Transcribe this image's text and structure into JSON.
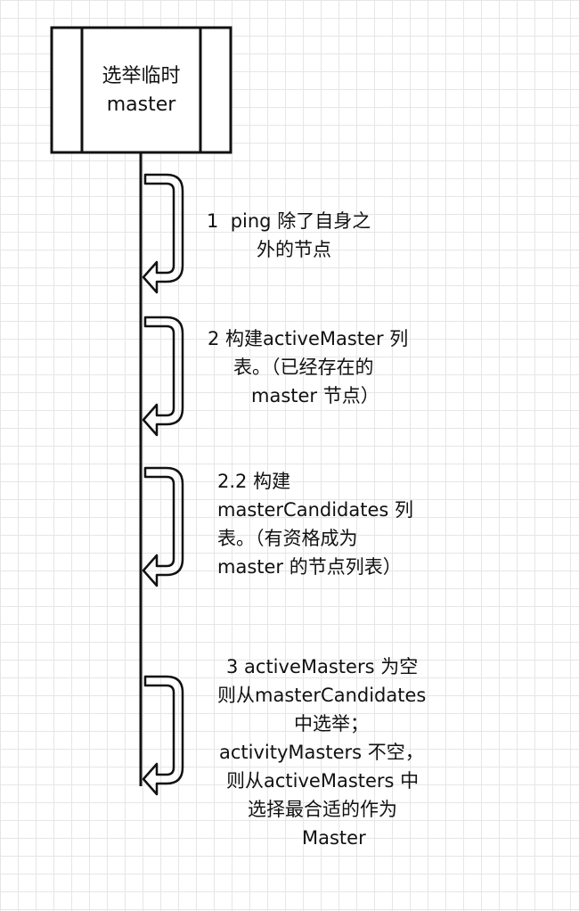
{
  "actor": {
    "line1": "选举临时",
    "line2": "master"
  },
  "steps": [
    {
      "lines": [
        "1  ping 除了自身之",
        "外的节点"
      ]
    },
    {
      "lines": [
        "2 构建activeMaster 列",
        "表。（已经存在的",
        "master 节点）"
      ]
    },
    {
      "lines": [
        "2.2 构建",
        "masterCandidates 列",
        "表。（有资格成为",
        "master 的节点列表）"
      ]
    },
    {
      "lines": [
        "3 activeMasters 为空",
        "则从masterCandidates",
        "中选举；",
        "activityMasters 不空，",
        "则从activeMasters 中",
        "选择最合适的作为",
        "Master"
      ]
    }
  ]
}
